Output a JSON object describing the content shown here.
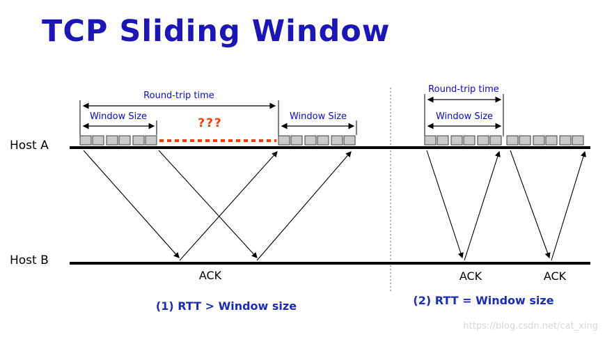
{
  "title": "TCP Sliding Window",
  "host_a": "Host A",
  "host_b": "Host B",
  "left_diagram": {
    "rtt_label": "Round-trip time",
    "window_size_label_1": "Window Size",
    "window_size_label_2": "Window Size",
    "gap_label": "???",
    "ack_label": "ACK",
    "caption": "(1) RTT > Window size"
  },
  "right_diagram": {
    "rtt_label": "Round-trip time",
    "window_size_label": "Window Size",
    "ack_label_1": "ACK",
    "ack_label_2": "ACK",
    "caption": "(2) RTT = Window size"
  },
  "watermark": "https://blog.csdn.net/cat_xing",
  "colors": {
    "title": "#1c16b4",
    "label": "#0d0dbe",
    "caption": "#1c2db0",
    "alert": "#ff3c00",
    "packet": "#c9c9c9",
    "watermark": "#d6d6d6"
  }
}
